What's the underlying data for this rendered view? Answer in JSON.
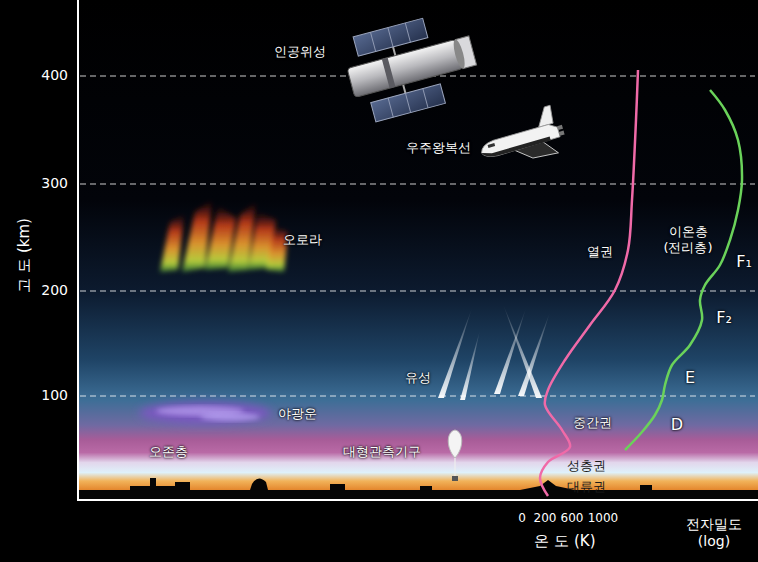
{
  "diagram": {
    "labels": [
      "고 도 (km)",
      "400",
      "300",
      "200",
      "100",
      "인공위성",
      "우주왕복선",
      "오로라",
      "열권",
      "이온층 (전리층)",
      "F₁",
      "F₂",
      "E",
      "유성",
      "D",
      "야광운",
      "중간권",
      "오존층",
      "대형관측기구",
      "성층권",
      "대류권",
      "0",
      "200",
      "600",
      "1000",
      "온 도 (K)",
      "전자밀도 (log)"
    ]
  }
}
